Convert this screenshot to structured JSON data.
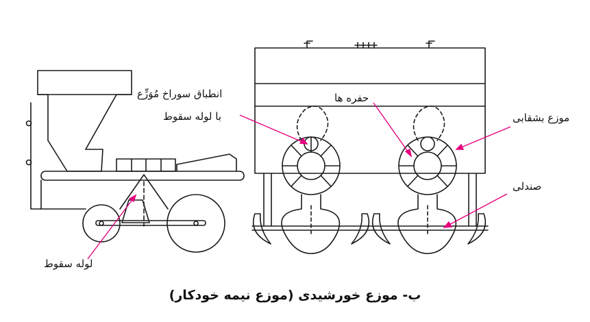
{
  "labels": {
    "seed_hole_alignment_line1": "انطباق سوراخ مُوَزِّع",
    "seed_hole_alignment_line2": "با لوله سقوط",
    "holes": "حفره ها",
    "plate_distributor": "موزع بشقابی",
    "seat": "صندلی",
    "drop_tube": "لوله سقوط"
  },
  "caption": "ب- موزع خورشیدی (موزع نیمه خودکار)",
  "colors": {
    "line": "#1a1a1a",
    "pointer": "#e6007e",
    "background": "#ffffff"
  }
}
